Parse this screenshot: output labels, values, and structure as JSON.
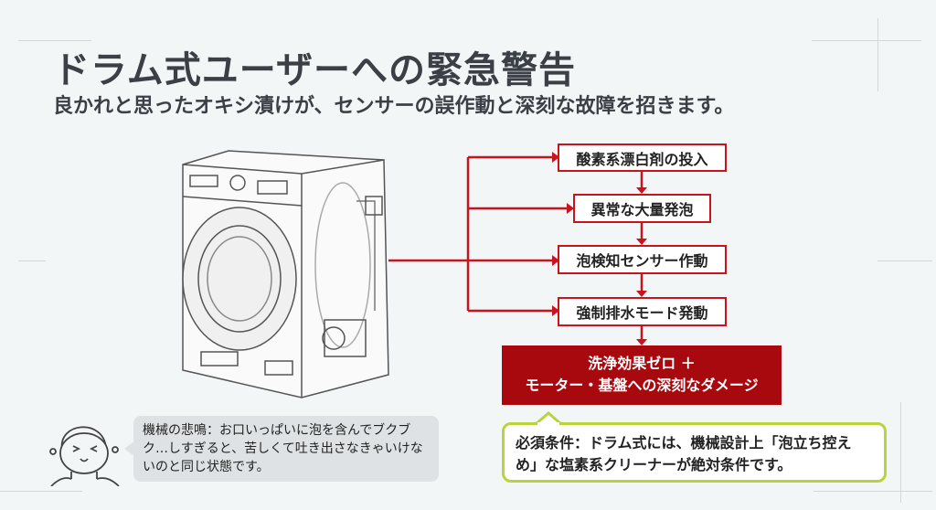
{
  "title": "ドラム式ユーザーへの緊急警告",
  "subtitle": "良かれと思ったオキシ漬けが、センサーの誤作動と深刻な故障を招きます。",
  "flow": {
    "steps": [
      "酸素系漂白剤の投入",
      "異常な大量発泡",
      "泡検知センサー作動",
      "強制排水モード発動"
    ],
    "result_line1": "洗浄効果ゼロ ＋",
    "result_line2": "モーター・基盤への深刻なダメージ"
  },
  "callout": "必須条件：ドラム式には、機械設計上「泡立ち控えめ」な塩素系クリーナーが絶対条件です。",
  "bubble": "機械の悲鳴：お口いっぱいに泡を含んでブクブク…しすぎると、苦しくて吐き出さなきゃいけないのと同じ状態です。",
  "colors": {
    "accent": "#c8141c",
    "result_bg": "#a8090f",
    "callout_border": "#b8d43a"
  }
}
